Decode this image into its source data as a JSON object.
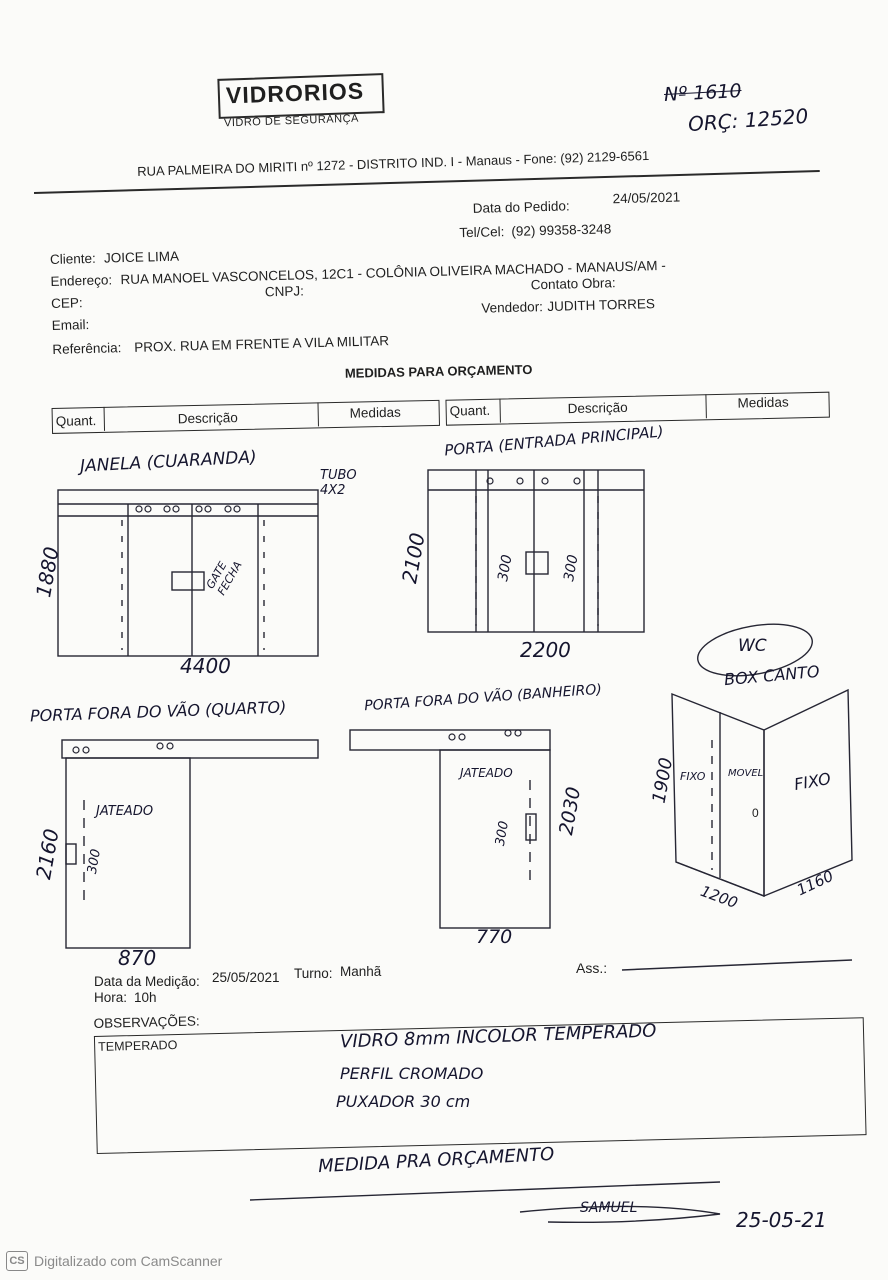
{
  "header": {
    "brand": "VIDRORIOS",
    "tagline": "VIDRO DE SEGURANÇA",
    "number_struck": "Nº 1610",
    "quote_number": "ORÇ: 12520",
    "address": "RUA PALMEIRA DO MIRITI nº 1272 - DISTRITO IND. I - Manaus - Fone: (92) 2129-6561"
  },
  "order": {
    "date_label": "Data do Pedido:",
    "date_value": "24/05/2021",
    "phone_label": "Tel/Cel:",
    "phone_value": "(92) 99358-3248",
    "client_label": "Cliente:",
    "client_value": "JOICE LIMA",
    "address_label": "Endereço:",
    "address_value": "RUA MANOEL VASCONCELOS, 12C1 - COLÔNIA OLIVEIRA MACHADO - MANAUS/AM -",
    "contact_label": "Contato Obra:",
    "cep_label": "CEP:",
    "cnpj_label": "CNPJ:",
    "seller_label": "Vendedor:",
    "seller_value": "JUDITH TORRES",
    "email_label": "Email:",
    "reference_label": "Referência:",
    "reference_value": "PROX. RUA EM FRENTE A VILA MILITAR"
  },
  "measures": {
    "title": "MEDIDAS PARA ORÇAMENTO",
    "col_qty": "Quant.",
    "col_desc": "Descrição",
    "col_measure": "Medidas"
  },
  "drawings": {
    "window": {
      "title": "JANELA (CUARANDA)",
      "note": "TUBO 4X2",
      "lock": "GATE FECHA",
      "height": "1880",
      "width": "4400"
    },
    "main_door": {
      "title": "PORTA (ENTRADA PRINCIPAL)",
      "height": "2100",
      "width": "2200",
      "handle_left": "300",
      "handle_right": "300"
    },
    "room_door": {
      "title": "PORTA FORA DO VÃO (QUARTO)",
      "label": "JATEADO",
      "height": "2160",
      "width": "870",
      "handle": "300"
    },
    "bath_door": {
      "title": "PORTA FORA DO VÃO (BANHEIRO)",
      "label": "JATEADO",
      "height": "2030",
      "width": "770",
      "handle": "300"
    },
    "shower": {
      "badge": "WC",
      "title": "BOX CANTO",
      "height": "1900",
      "fixed_left": "FIXO",
      "mobile": "MOVEL",
      "fixed_right": "FIXO",
      "width_front": "1200",
      "width_side": "1160"
    }
  },
  "measurement": {
    "date_label": "Data da Medição:",
    "date_value": "25/05/2021",
    "shift_label": "Turno:",
    "shift_value": "Manhã",
    "time_label": "Hora:",
    "time_value": "10h",
    "signature_label": "Ass.:"
  },
  "observations": {
    "label": "OBSERVAÇÕES:",
    "typed": "TEMPERADO",
    "line1": "VIDRO 8mm INCOLOR TEMPERADO",
    "line2": "PERFIL CROMADO",
    "line3": "PUXADOR 30 cm"
  },
  "footer": {
    "note": "MEDIDA PRA ORÇAMENTO",
    "signature": "SAMUEL",
    "date": "25-05-21",
    "scanner": "Digitalizado com CamScanner"
  }
}
